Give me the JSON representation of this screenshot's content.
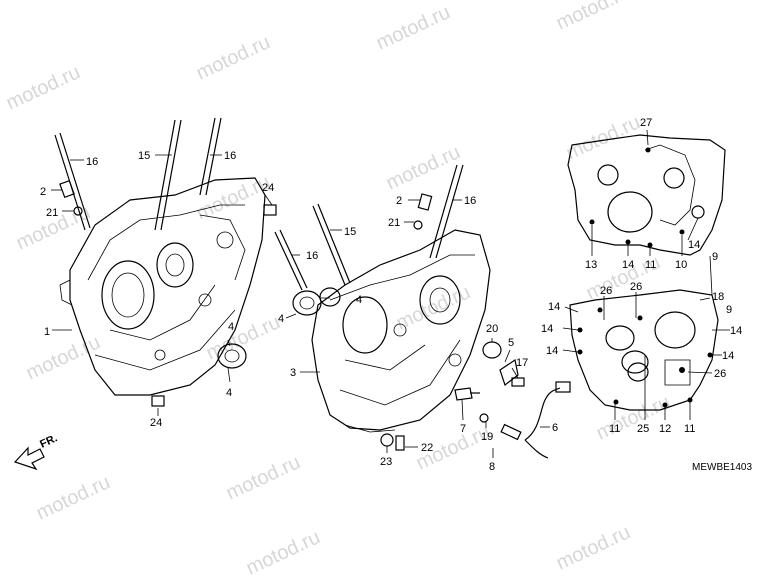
{
  "watermark": "motod.ru",
  "figure_code": "MEWBE1403",
  "direction_label": "FR.",
  "callouts": {
    "c16a": "16",
    "c15a": "15",
    "c16b": "16",
    "c2a": "2",
    "c21a": "21",
    "c1": "1",
    "c24a": "24",
    "c4a": "4",
    "c4b": "4",
    "c24b": "24",
    "c2b": "2",
    "c16c": "16",
    "c21b": "21",
    "c15b": "15",
    "c16d": "16",
    "c4c": "4",
    "c4d": "4",
    "c3": "3",
    "c20": "20",
    "c5": "5",
    "c17": "17",
    "c7": "7",
    "c19": "19",
    "c8": "8",
    "c6": "6",
    "c22": "22",
    "c23": "23",
    "c27": "27",
    "c13": "13",
    "c14a": "14",
    "c11a": "11",
    "c10": "10",
    "c14b": "14",
    "c9a": "9",
    "c18": "18",
    "c9b": "9",
    "c26a": "26",
    "c26b": "26",
    "c14c": "14",
    "c14d": "14",
    "c14e": "14",
    "c14f": "14",
    "c14g": "14",
    "c26c": "26",
    "c11b": "11",
    "c25": "25",
    "c12": "12",
    "c11c": "11"
  }
}
